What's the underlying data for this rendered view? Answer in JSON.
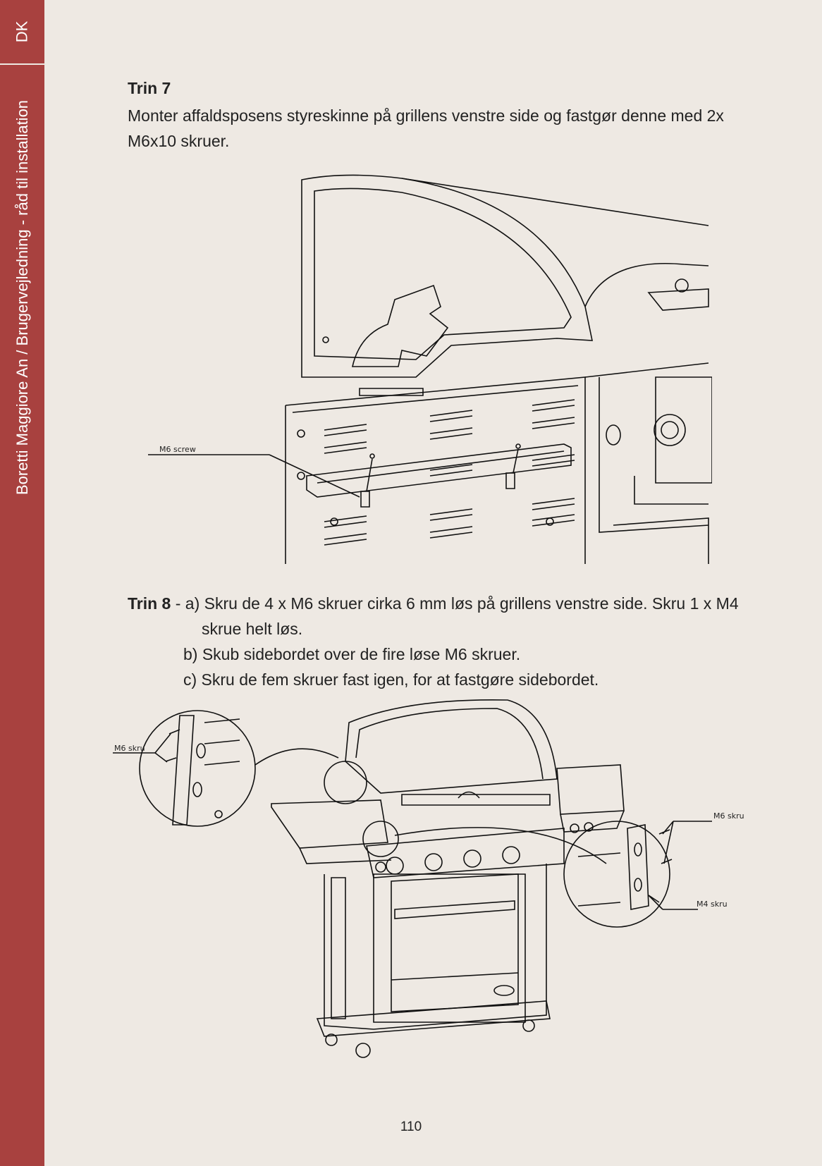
{
  "sidebar": {
    "lang": "DK",
    "title": "Boretti Maggiore An / Brugervejledning - råd til installation"
  },
  "step7": {
    "heading": "Trin 7",
    "text": "Monter affaldsposens styreskinne på grillens venstre side og fastgør denne med 2x M6x10 skruer.",
    "callout": "M6 screw"
  },
  "step8": {
    "heading": "Trin 8",
    "a_prefix": " - a) ",
    "a_line1": "Skru de 4 x M6 skruer cirka 6 mm løs på grillens venstre side. Skru 1 x M4",
    "a_line2": "skrue helt løs.",
    "b": "b) Skub sidebordet over de fire løse M6 skruer.",
    "c": "c) Skru de fem skruer fast igen, for at fastgøre sidebordet.",
    "callout_left": "M6 skru",
    "callout_right_top": "M6 skru",
    "callout_right_bottom": "M4 skru"
  },
  "page_number": "110"
}
